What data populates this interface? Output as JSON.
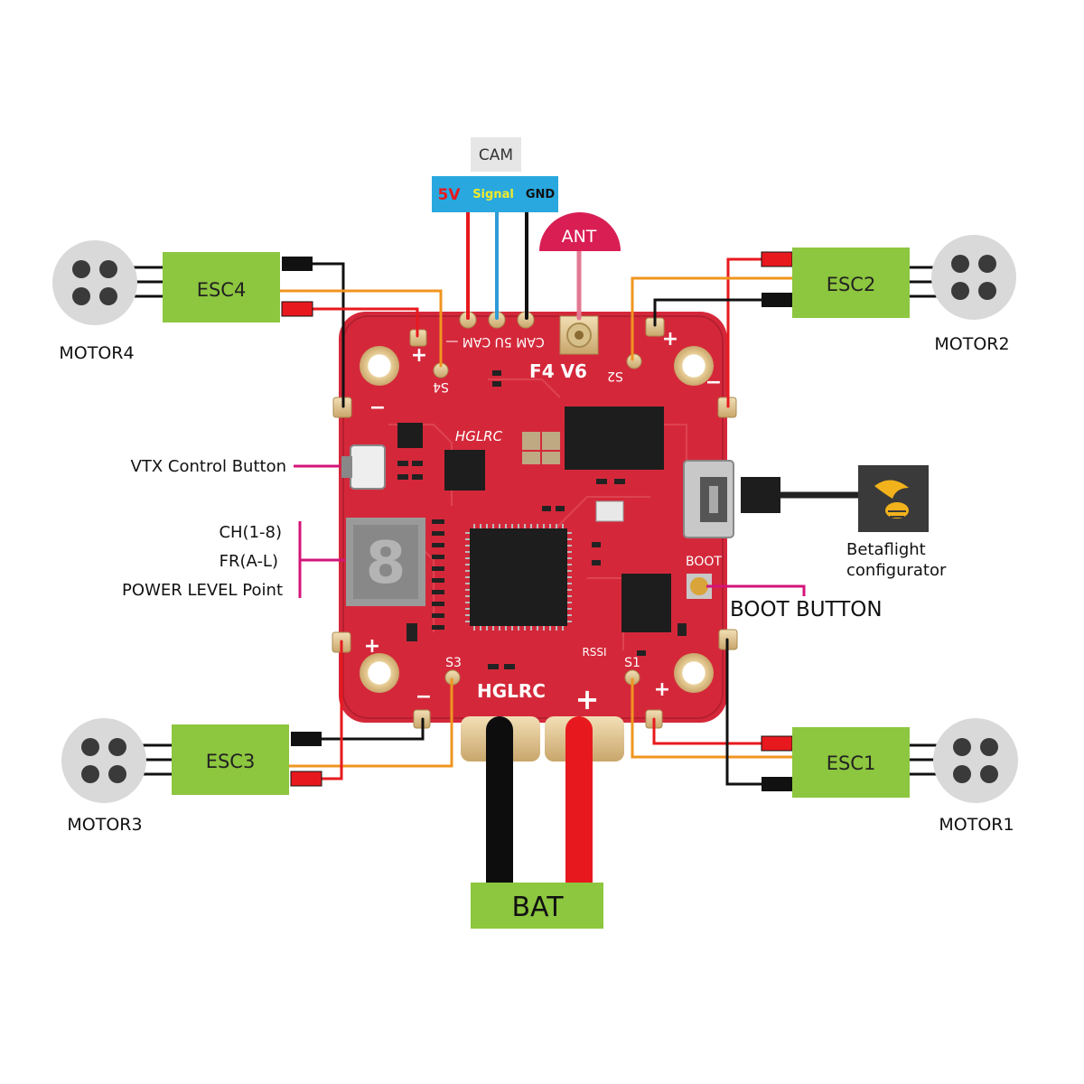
{
  "camera": {
    "title": "CAM",
    "pins": {
      "power": "5V",
      "signal": "Signal",
      "ground": "GND"
    }
  },
  "antenna": {
    "label": "ANT"
  },
  "escs": {
    "esc1": "ESC1",
    "esc2": "ESC2",
    "esc3": "ESC3",
    "esc4": "ESC4"
  },
  "motors": {
    "motor1": "MOTOR1",
    "motor2": "MOTOR2",
    "motor3": "MOTOR3",
    "motor4": "MOTOR4"
  },
  "callouts": {
    "vtx_button": "VTX Control Button",
    "channel": "CH(1-8)",
    "frequency": "FR(A-L)",
    "power_level": "POWER LEVEL Point",
    "boot_button": "BOOT BUTTON",
    "configurator_line1": "Betaflight",
    "configurator_line2": "configurator"
  },
  "battery": {
    "label": "BAT"
  },
  "board": {
    "model": "F4  V6",
    "brand_script": "HGLRC",
    "brand_bottom": "HGLRC",
    "cam_pad_label": "CAM 5U  CAM  —",
    "boot_silk": "BOOT",
    "rssi": "RSSI",
    "pad_labels": {
      "s1": "S1",
      "s2": "S2",
      "s3": "S3",
      "s4": "S4",
      "plus": "+",
      "minus": "−"
    },
    "seven_segment_digit": "8"
  },
  "colors": {
    "esc_green": "#8dc63f",
    "cam_header_blue": "#29a8e0",
    "cam_title_gray": "#e6e6e6",
    "ant_red": "#d91e54",
    "callout_magenta": "#d4147a",
    "wire_orange": "#f0951f",
    "wire_red": "#e8191e",
    "wire_blue": "#2e9bd6",
    "pcb_red": "#d4283a",
    "battery_green": "#8dc63f"
  },
  "icons": [
    "motor-icon",
    "betaflight-logo-icon",
    "micro-usb-port-icon",
    "seven-segment-display-icon"
  ]
}
